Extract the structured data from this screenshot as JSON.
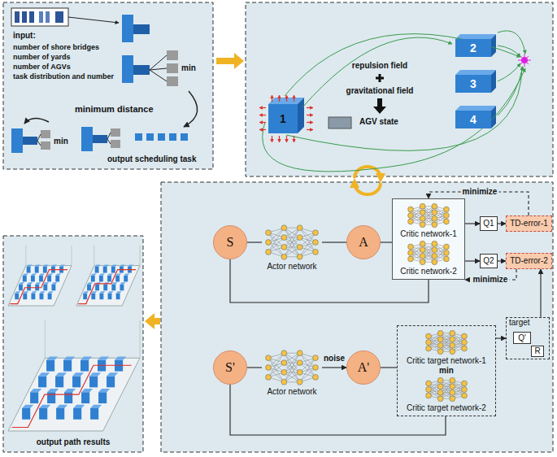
{
  "diagram": {
    "nodes": [
      {
        "text": [
          "1"
        ]
      },
      {
        "text": [
          "2"
        ]
      },
      {
        "text": [
          "3"
        ]
      },
      {
        "text": [
          "4"
        ]
      },
      {
        "text": [
          "S"
        ]
      },
      {
        "text": [
          "Actor network"
        ]
      },
      {
        "text": [
          "A"
        ]
      },
      {
        "text": [
          "Critic network-1",
          "Critic network-2"
        ]
      },
      {
        "text": [
          "Q1"
        ]
      },
      {
        "text": [
          "Q2"
        ]
      },
      {
        "text": [
          "TD-error-1"
        ]
      },
      {
        "text": [
          "TD-error-2"
        ]
      },
      {
        "text": [
          "target"
        ]
      },
      {
        "text": [
          "Q'"
        ],
        "in": 12
      },
      {
        "text": [
          "R"
        ],
        "in": 12
      },
      {
        "text": [
          "S'"
        ]
      },
      {
        "text": [
          "Actor network"
        ]
      },
      {
        "text": [
          "A'"
        ]
      },
      {
        "text": [
          "Critic target network-1",
          "min",
          "Critic target network-2"
        ]
      }
    ],
    "edges": [
      {
        "from": 4,
        "to": 5,
        "arrow": "none"
      },
      {
        "from": 5,
        "to": 6,
        "arrow": "none"
      },
      {
        "from": 6,
        "to": 7,
        "arrow": "none"
      },
      {
        "from": 4,
        "to": 7,
        "arrow": "none"
      },
      {
        "from": 7,
        "to": 8,
        "arrow": "to"
      },
      {
        "from": 7,
        "to": 9,
        "arrow": "to"
      },
      {
        "from": 8,
        "to": 10,
        "arrow": "to"
      },
      {
        "from": 9,
        "to": 11,
        "arrow": "to"
      },
      {
        "from": 10,
        "to": 7,
        "label": "minimize",
        "arrow": "to"
      },
      {
        "from": 11,
        "to": 7,
        "label": "minimize",
        "arrow": "to"
      },
      {
        "from": 12,
        "to": 11,
        "arrow": "to"
      },
      {
        "from": 15,
        "to": 16,
        "arrow": "none"
      },
      {
        "from": 16,
        "to": 17,
        "label": "noise",
        "arrow": "to"
      },
      {
        "from": 17,
        "to": 18,
        "arrow": "none"
      },
      {
        "from": 15,
        "to": 18,
        "arrow": "none"
      },
      {
        "from": 18,
        "to": 12,
        "arrow": "to"
      }
    ],
    "labels": [
      "input:",
      "number of shore bridges",
      "number of yards",
      "number of AGVs",
      "task distribution and number",
      "min",
      "minimum distance",
      "min",
      "output scheduling task",
      "repulsion field",
      "gravitational field",
      "AGV state",
      "output path results"
    ]
  }
}
